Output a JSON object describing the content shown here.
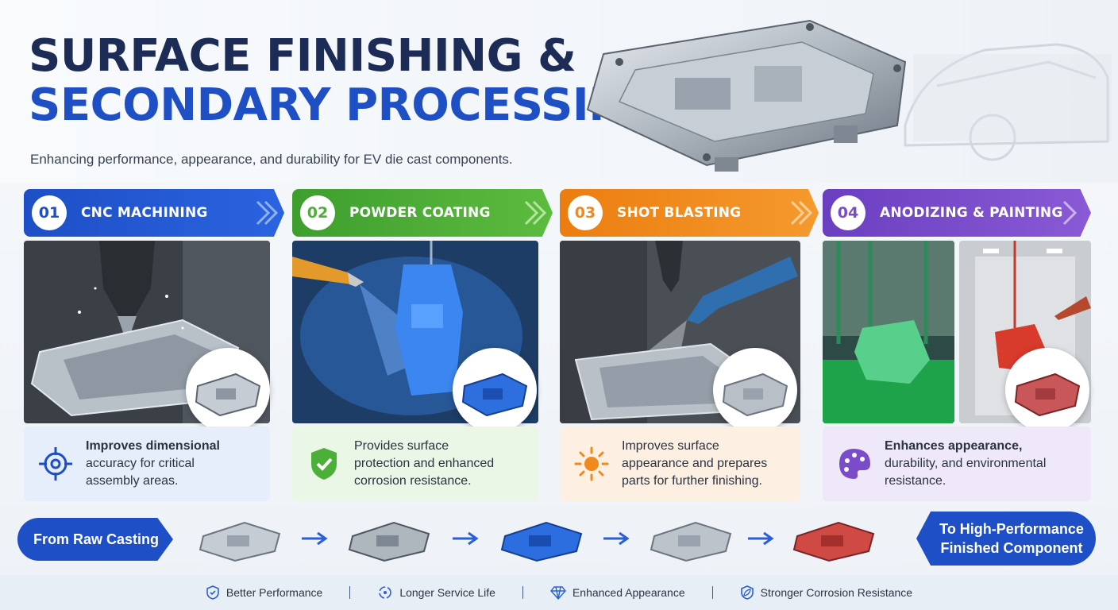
{
  "header": {
    "title_line1": "SURFACE FINISHING &",
    "title_line2": "SECONDARY PROCESSING",
    "subtitle": "Enhancing performance, appearance, and durability for EV die cast components."
  },
  "steps": [
    {
      "number": "01",
      "name": "CNC MACHINING",
      "color": "#1e4fc6",
      "icon": "target-icon",
      "description": [
        "Improves dimensional",
        "accuracy for critical",
        "assembly areas."
      ]
    },
    {
      "number": "02",
      "name": "POWDER COATING",
      "color": "#4caf38",
      "icon": "shield-check-icon",
      "description": [
        "Provides surface",
        "protection and enhanced",
        "corrosion resistance."
      ]
    },
    {
      "number": "03",
      "name": "SHOT BLASTING",
      "color": "#f08a1c",
      "icon": "sun-burst-icon",
      "description": [
        "Improves surface",
        "appearance and prepares",
        "parts for further finishing."
      ]
    },
    {
      "number": "04",
      "name": "ANODIZING & PAINTING",
      "color": "#7b4cc9",
      "icon": "palette-icon",
      "description": [
        "Enhances appearance,",
        "durability, and environmental",
        "resistance."
      ]
    }
  ],
  "flow": {
    "start_label": "From Raw Casting",
    "end_label_line1": "To High-Performance",
    "end_label_line2": "Finished Component"
  },
  "benefits": [
    {
      "label": "Better Performance",
      "icon": "shield-icon"
    },
    {
      "label": "Longer Service Life",
      "icon": "cycle-icon"
    },
    {
      "label": "Enhanced Appearance",
      "icon": "diamond-icon"
    },
    {
      "label": "Stronger Corrosion Resistance",
      "icon": "leaf-shield-icon"
    }
  ]
}
